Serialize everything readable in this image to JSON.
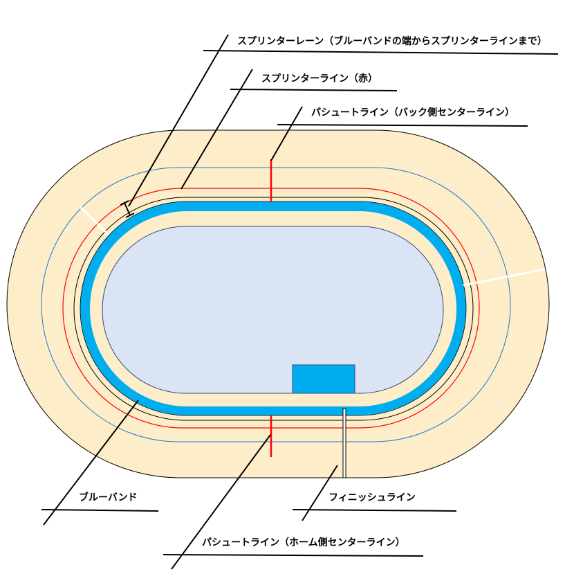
{
  "labels": {
    "sprinter_lane": "スプリンターレーン（ブルーバンドの端からスプリンターラインまで）",
    "sprinter_line": "スプリンターライン（赤）",
    "pursuit_back": "パシュートライン（バック側センターライン）",
    "blue_band": "ブルーバンド",
    "finish_line": "フィニッシュライン",
    "pursuit_home": "パシュートライン（ホーム側センターライン）"
  },
  "colors": {
    "track_surface": "#fdedc8",
    "infield": "#dbe4f4",
    "blue_band": "#00aeef",
    "sprinter_line": "#ff0000",
    "stayer_line": "#1f77d0",
    "measurement_line": "#000000",
    "finish_line": "#ffffff",
    "leader": "#000000"
  }
}
